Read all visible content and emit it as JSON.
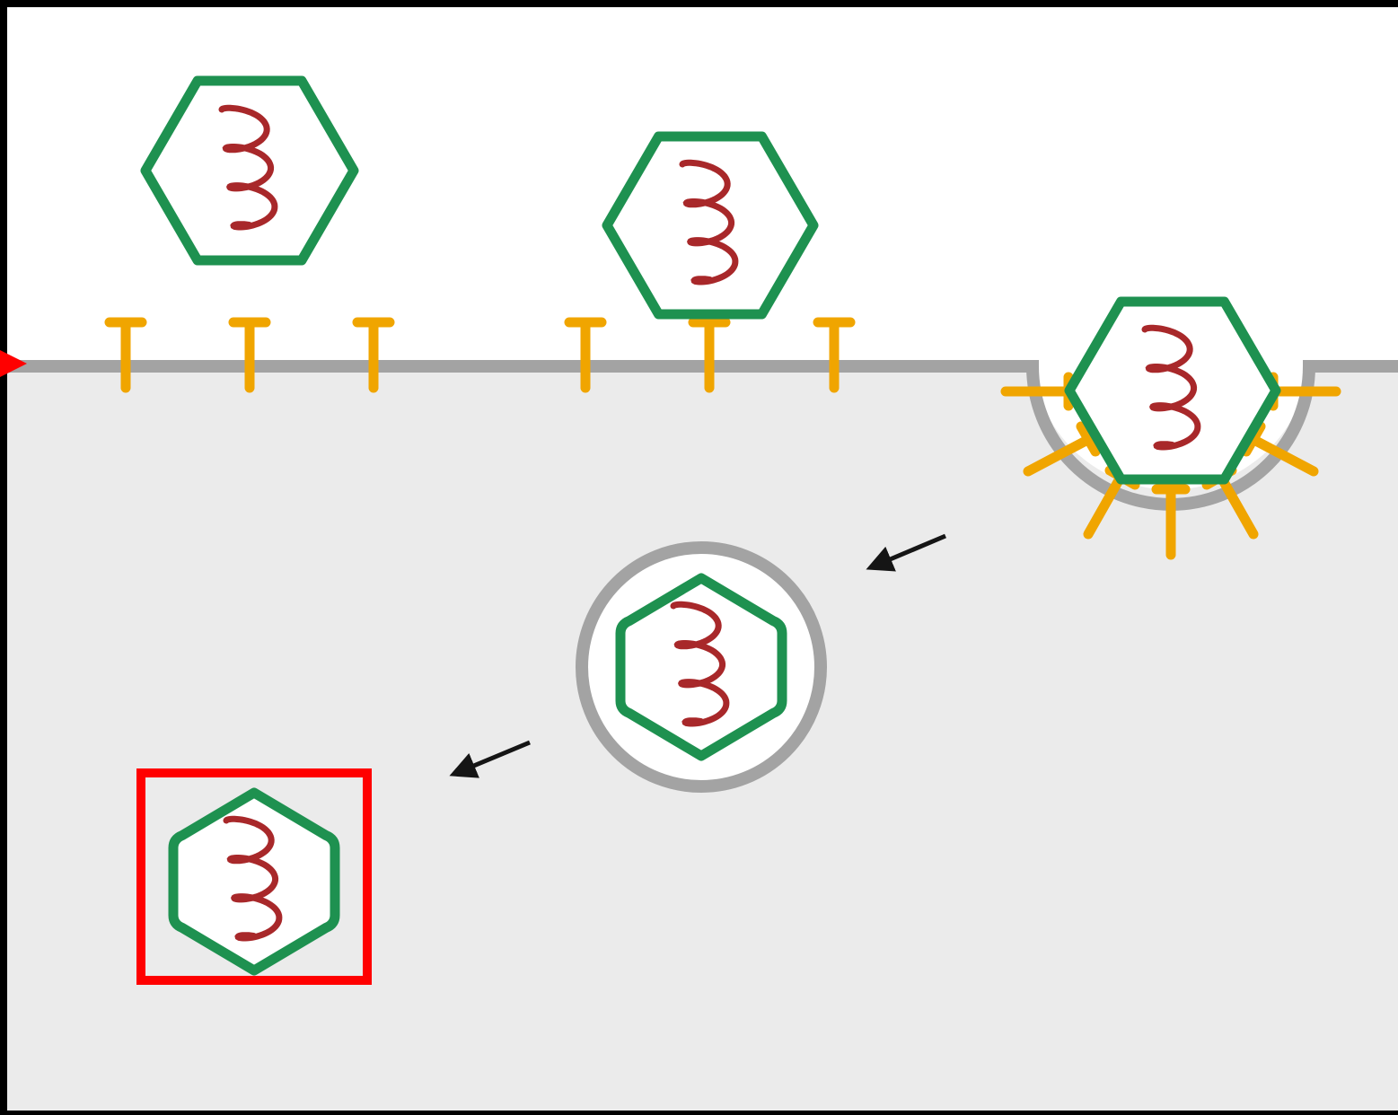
{
  "diagram": {
    "subject": "receptor-mediated-endocytosis-of-virus",
    "colors": {
      "frame": "#000000",
      "extracellular": "#ffffff",
      "cytoplasm": "#ebebeb",
      "membrane": "#a3a3a3",
      "receptor": "#f0a500",
      "capsid": "#1e9150",
      "genome": "#a8282a",
      "arrow": "#151515",
      "highlight": "#ff0000",
      "pointer": "#ff0000"
    },
    "virions": [
      {
        "id": "free-virion-1",
        "stage": "free"
      },
      {
        "id": "free-virion-2",
        "stage": "bound-to-receptor"
      },
      {
        "id": "internalizing-virion",
        "stage": "in-coated-pit"
      },
      {
        "id": "endosome-virion",
        "stage": "in-endosome"
      },
      {
        "id": "released-virion",
        "stage": "released",
        "highlighted": true
      }
    ],
    "receptor_count_surface": 6,
    "receptor_count_pit": 7,
    "arrow_count": 2
  }
}
